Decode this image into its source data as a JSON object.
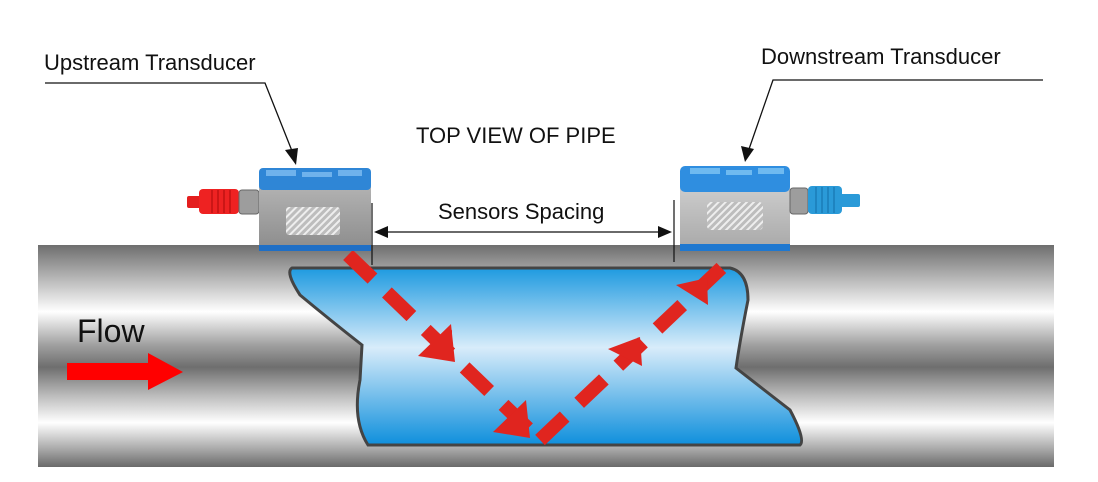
{
  "labels": {
    "upstream": "Upstream Transducer",
    "downstream": "Downstream Transducer",
    "title": "TOP VIEW OF PIPE",
    "spacing": "Sensors Spacing",
    "flow": "Flow"
  },
  "colors": {
    "signal_path": "#e0251f",
    "flow_arrow": "#ff0000",
    "fluid_top": "#1e9ae0",
    "fluid_mid": "#d8ecfa",
    "transducer_cap": "#2f86d6",
    "transducer_body": "#9a9a9a",
    "upstream_connector": "#ee2222",
    "downstream_connector": "#2a9ad8"
  }
}
